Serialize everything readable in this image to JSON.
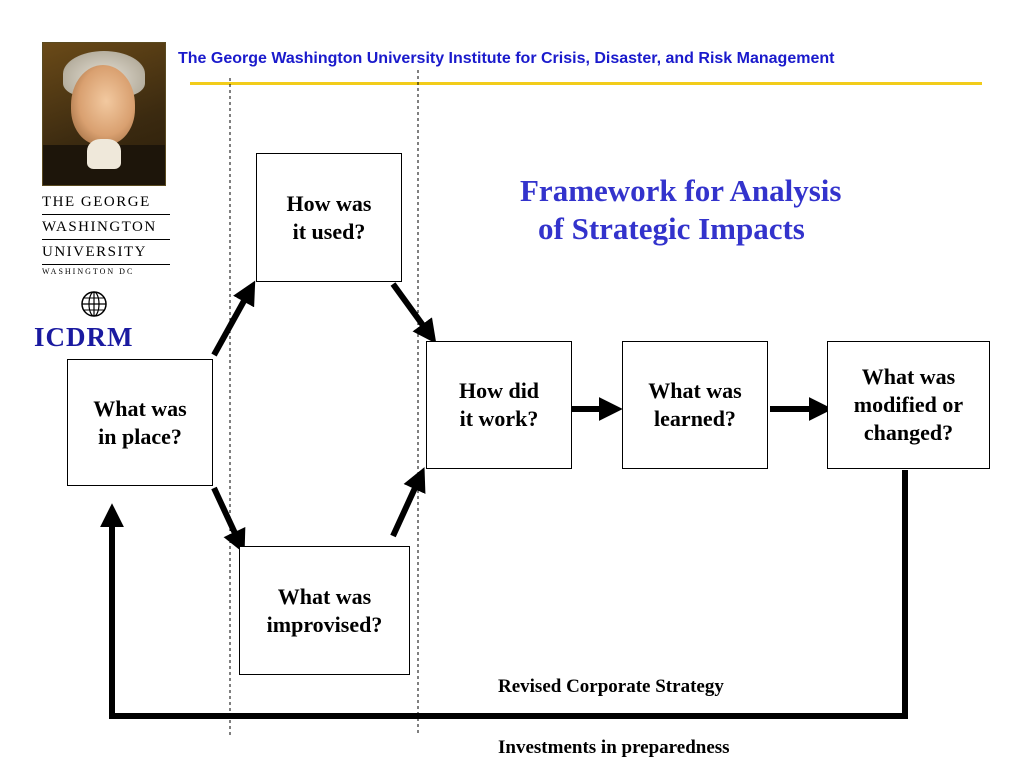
{
  "header": {
    "title": "The George Washington University Institute for Crisis, Disaster, and Risk Management",
    "rule_color": "#f2cc1a",
    "title_color": "#1a1acc"
  },
  "logos": {
    "gw_lines": [
      "THE GEORGE",
      "WASHINGTON",
      "UNIVERSITY",
      "WASHINGTON DC"
    ],
    "icdrm": "ICDRM",
    "globe_icon": "globe-icon"
  },
  "title": {
    "line1": "Framework for Analysis",
    "line2": "of Strategic Impacts",
    "color": "#3333cc"
  },
  "diagram": {
    "boxes": {
      "in_place": "What was\nin place?",
      "used": "How was\nit used?",
      "improvised": "What was\nimprovised?",
      "work": "How did\nit work?",
      "learned": "What was\nlearned?",
      "modified": "What was\nmodified or\nchanged?"
    }
  },
  "captions": {
    "revised": "Revised Corporate Strategy",
    "investments": "Investments in preparedness"
  }
}
